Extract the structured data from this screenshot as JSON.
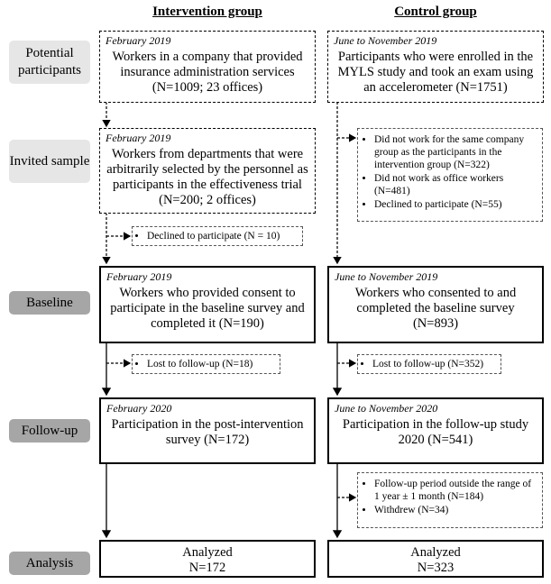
{
  "headers": {
    "intervention": "Intervention group",
    "control": "Control group"
  },
  "stages": {
    "potential": "Potential participants",
    "invited": "Invited sample",
    "baseline": "Baseline",
    "followup": "Follow-up",
    "analysis": "Analysis"
  },
  "intervention": {
    "potential": {
      "date": "February 2019",
      "text": "Workers in a company that provided insurance administration services (N=1009; 23 offices)"
    },
    "invited": {
      "date": "February 2019",
      "text": "Workers from departments that were arbitrarily selected by the personnel as participants in the effectiveness trial (N=200; 2 offices)"
    },
    "declined": "Declined to participate (N = 10)",
    "baseline": {
      "date": "February 2019",
      "text": "Workers who provided consent to participate in the baseline survey and completed it (N=190)"
    },
    "lost": "Lost to follow-up (N=18)",
    "followup": {
      "date": "February 2020",
      "text": "Participation in the post-intervention survey (N=172)"
    },
    "analysis": {
      "line1": "Analyzed",
      "line2": "N=172"
    }
  },
  "control": {
    "potential": {
      "date": "June to November 2019",
      "text": "Participants who were enrolled in the MYLS study and took an exam using an accelerometer (N=1751)"
    },
    "exclusions": [
      "Did not work for the same company group as the participants in the intervention group (N=322)",
      "Did not work as office workers (N=481)",
      "Declined to participate (N=55)"
    ],
    "baseline": {
      "date": "June to November 2019",
      "text": "Workers who consented to and completed the baseline survey (N=893)"
    },
    "lost": "Lost to follow-up (N=352)",
    "followup": {
      "date": "June to November 2020",
      "text": "Participation in the follow-up study 2020 (N=541)"
    },
    "followup_exclusions": [
      "Follow-up period outside the range of 1 year ± 1 month (N=184)",
      "Withdrew (N=34)"
    ],
    "analysis": {
      "line1": "Analyzed",
      "line2": "N=323"
    }
  }
}
